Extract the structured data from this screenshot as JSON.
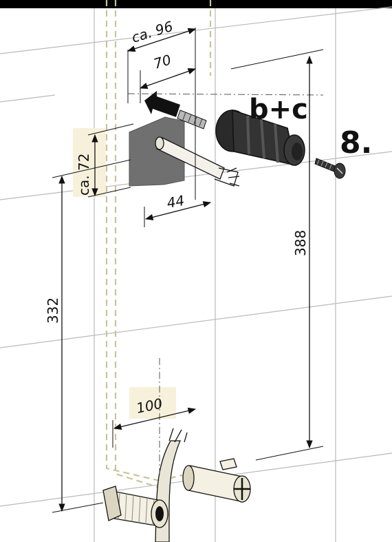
{
  "diagram": {
    "step_number": "8.",
    "parts_label": "b+c",
    "dimensions": {
      "width_total": "ca. 96",
      "width_inner": "70",
      "plate_height": "ca. 72",
      "pipe_offset": "44",
      "right_height": "388",
      "left_height": "332",
      "bottom_width": "100"
    },
    "colors": {
      "line": "#111111",
      "grid": "#b9b9b9",
      "plate": "#707070",
      "highlight": "#f7f1dc",
      "hose": "#e9e6d8"
    }
  }
}
